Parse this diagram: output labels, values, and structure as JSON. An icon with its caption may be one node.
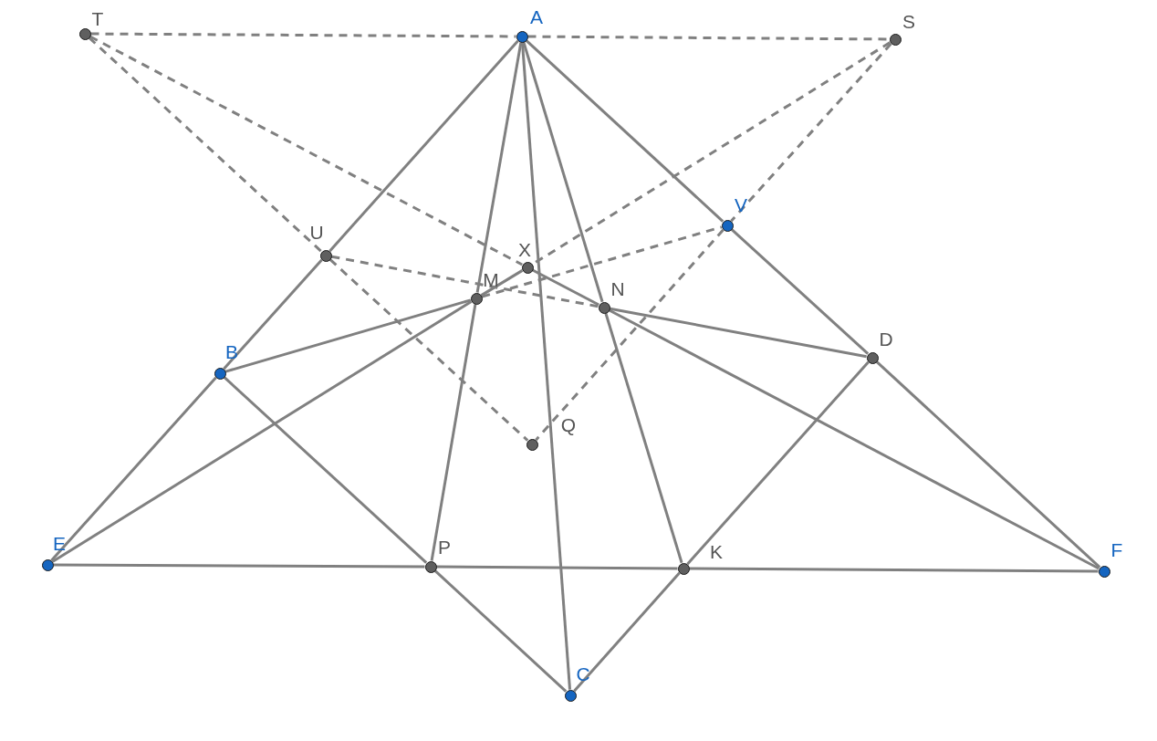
{
  "diagram": {
    "nodes": [
      {
        "text": [
          "T"
        ]
      },
      {
        "text": [
          "A"
        ]
      },
      {
        "text": [
          "S"
        ]
      },
      {
        "text": [
          "U"
        ]
      },
      {
        "text": [
          "V"
        ]
      },
      {
        "text": [
          "X"
        ]
      },
      {
        "text": [
          "M"
        ]
      },
      {
        "text": [
          "N"
        ]
      },
      {
        "text": [
          "B"
        ]
      },
      {
        "text": [
          "D"
        ]
      },
      {
        "text": [
          "Q"
        ]
      },
      {
        "text": [
          "E"
        ]
      },
      {
        "text": [
          "P"
        ]
      },
      {
        "text": [
          "K"
        ]
      },
      {
        "text": [
          "F"
        ]
      },
      {
        "text": [
          "C"
        ]
      }
    ],
    "edges": [
      {
        "from": 1,
        "to": 3,
        "arrow": "none"
      },
      {
        "from": 3,
        "to": 8,
        "arrow": "none"
      },
      {
        "from": 8,
        "to": 11,
        "arrow": "none"
      },
      {
        "from": 1,
        "to": 4,
        "arrow": "none"
      },
      {
        "from": 4,
        "to": 9,
        "arrow": "none"
      },
      {
        "from": 9,
        "to": 14,
        "arrow": "none"
      },
      {
        "from": 11,
        "to": 12,
        "arrow": "none"
      },
      {
        "from": 12,
        "to": 13,
        "arrow": "none"
      },
      {
        "from": 13,
        "to": 14,
        "arrow": "none"
      },
      {
        "from": 8,
        "to": 12,
        "arrow": "none"
      },
      {
        "from": 12,
        "to": 15,
        "arrow": "none"
      },
      {
        "from": 9,
        "to": 13,
        "arrow": "none"
      },
      {
        "from": 13,
        "to": 15,
        "arrow": "none"
      },
      {
        "from": 8,
        "to": 6,
        "arrow": "none"
      },
      {
        "from": 11,
        "to": 6,
        "arrow": "none"
      },
      {
        "from": 6,
        "to": 5,
        "arrow": "none"
      },
      {
        "from": 5,
        "to": 7,
        "arrow": "none"
      },
      {
        "from": 7,
        "to": 14,
        "arrow": "none"
      },
      {
        "from": 1,
        "to": 6,
        "arrow": "none"
      },
      {
        "from": 6,
        "to": 12,
        "arrow": "none"
      },
      {
        "from": 1,
        "to": 15,
        "arrow": "none"
      },
      {
        "from": 1,
        "to": 7,
        "arrow": "none"
      },
      {
        "from": 7,
        "to": 13,
        "arrow": "none"
      },
      {
        "from": 7,
        "to": 9,
        "arrow": "none"
      },
      {
        "from": 0,
        "to": 1,
        "arrow": "none",
        "style": "dashed"
      },
      {
        "from": 1,
        "to": 2,
        "arrow": "none",
        "style": "dashed"
      },
      {
        "from": 0,
        "to": 5,
        "arrow": "none",
        "style": "dashed"
      },
      {
        "from": 0,
        "to": 3,
        "arrow": "none",
        "style": "dashed"
      },
      {
        "from": 3,
        "to": 10,
        "arrow": "none",
        "style": "dashed"
      },
      {
        "from": 2,
        "to": 4,
        "arrow": "none",
        "style": "dashed"
      },
      {
        "from": 4,
        "to": 10,
        "arrow": "none",
        "style": "dashed"
      },
      {
        "from": 2,
        "to": 5,
        "arrow": "none",
        "style": "dashed"
      },
      {
        "from": 3,
        "to": 7,
        "arrow": "none",
        "style": "dashed"
      },
      {
        "from": 6,
        "to": 4,
        "arrow": "none",
        "style": "dashed"
      }
    ]
  }
}
